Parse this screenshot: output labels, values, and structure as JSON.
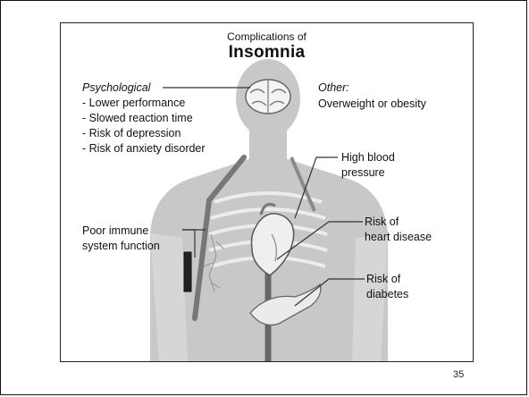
{
  "slide": {
    "title_small": "Complications of",
    "title_big": "Insomnia",
    "page_number": "35"
  },
  "labels": {
    "psychological_heading": "Psychological",
    "psychological_items": [
      "- Lower performance",
      "- Slowed reaction time",
      "- Risk of depression",
      "- Risk of anxiety disorder"
    ],
    "other_heading": "Other:",
    "other_item": "Overweight or obesity",
    "high_blood_pressure": [
      "High blood",
      "pressure"
    ],
    "poor_immune": [
      "Poor immune",
      "system function"
    ],
    "heart_disease": [
      "Risk of",
      "heart disease"
    ],
    "diabetes": [
      "Risk of",
      "diabetes"
    ]
  }
}
